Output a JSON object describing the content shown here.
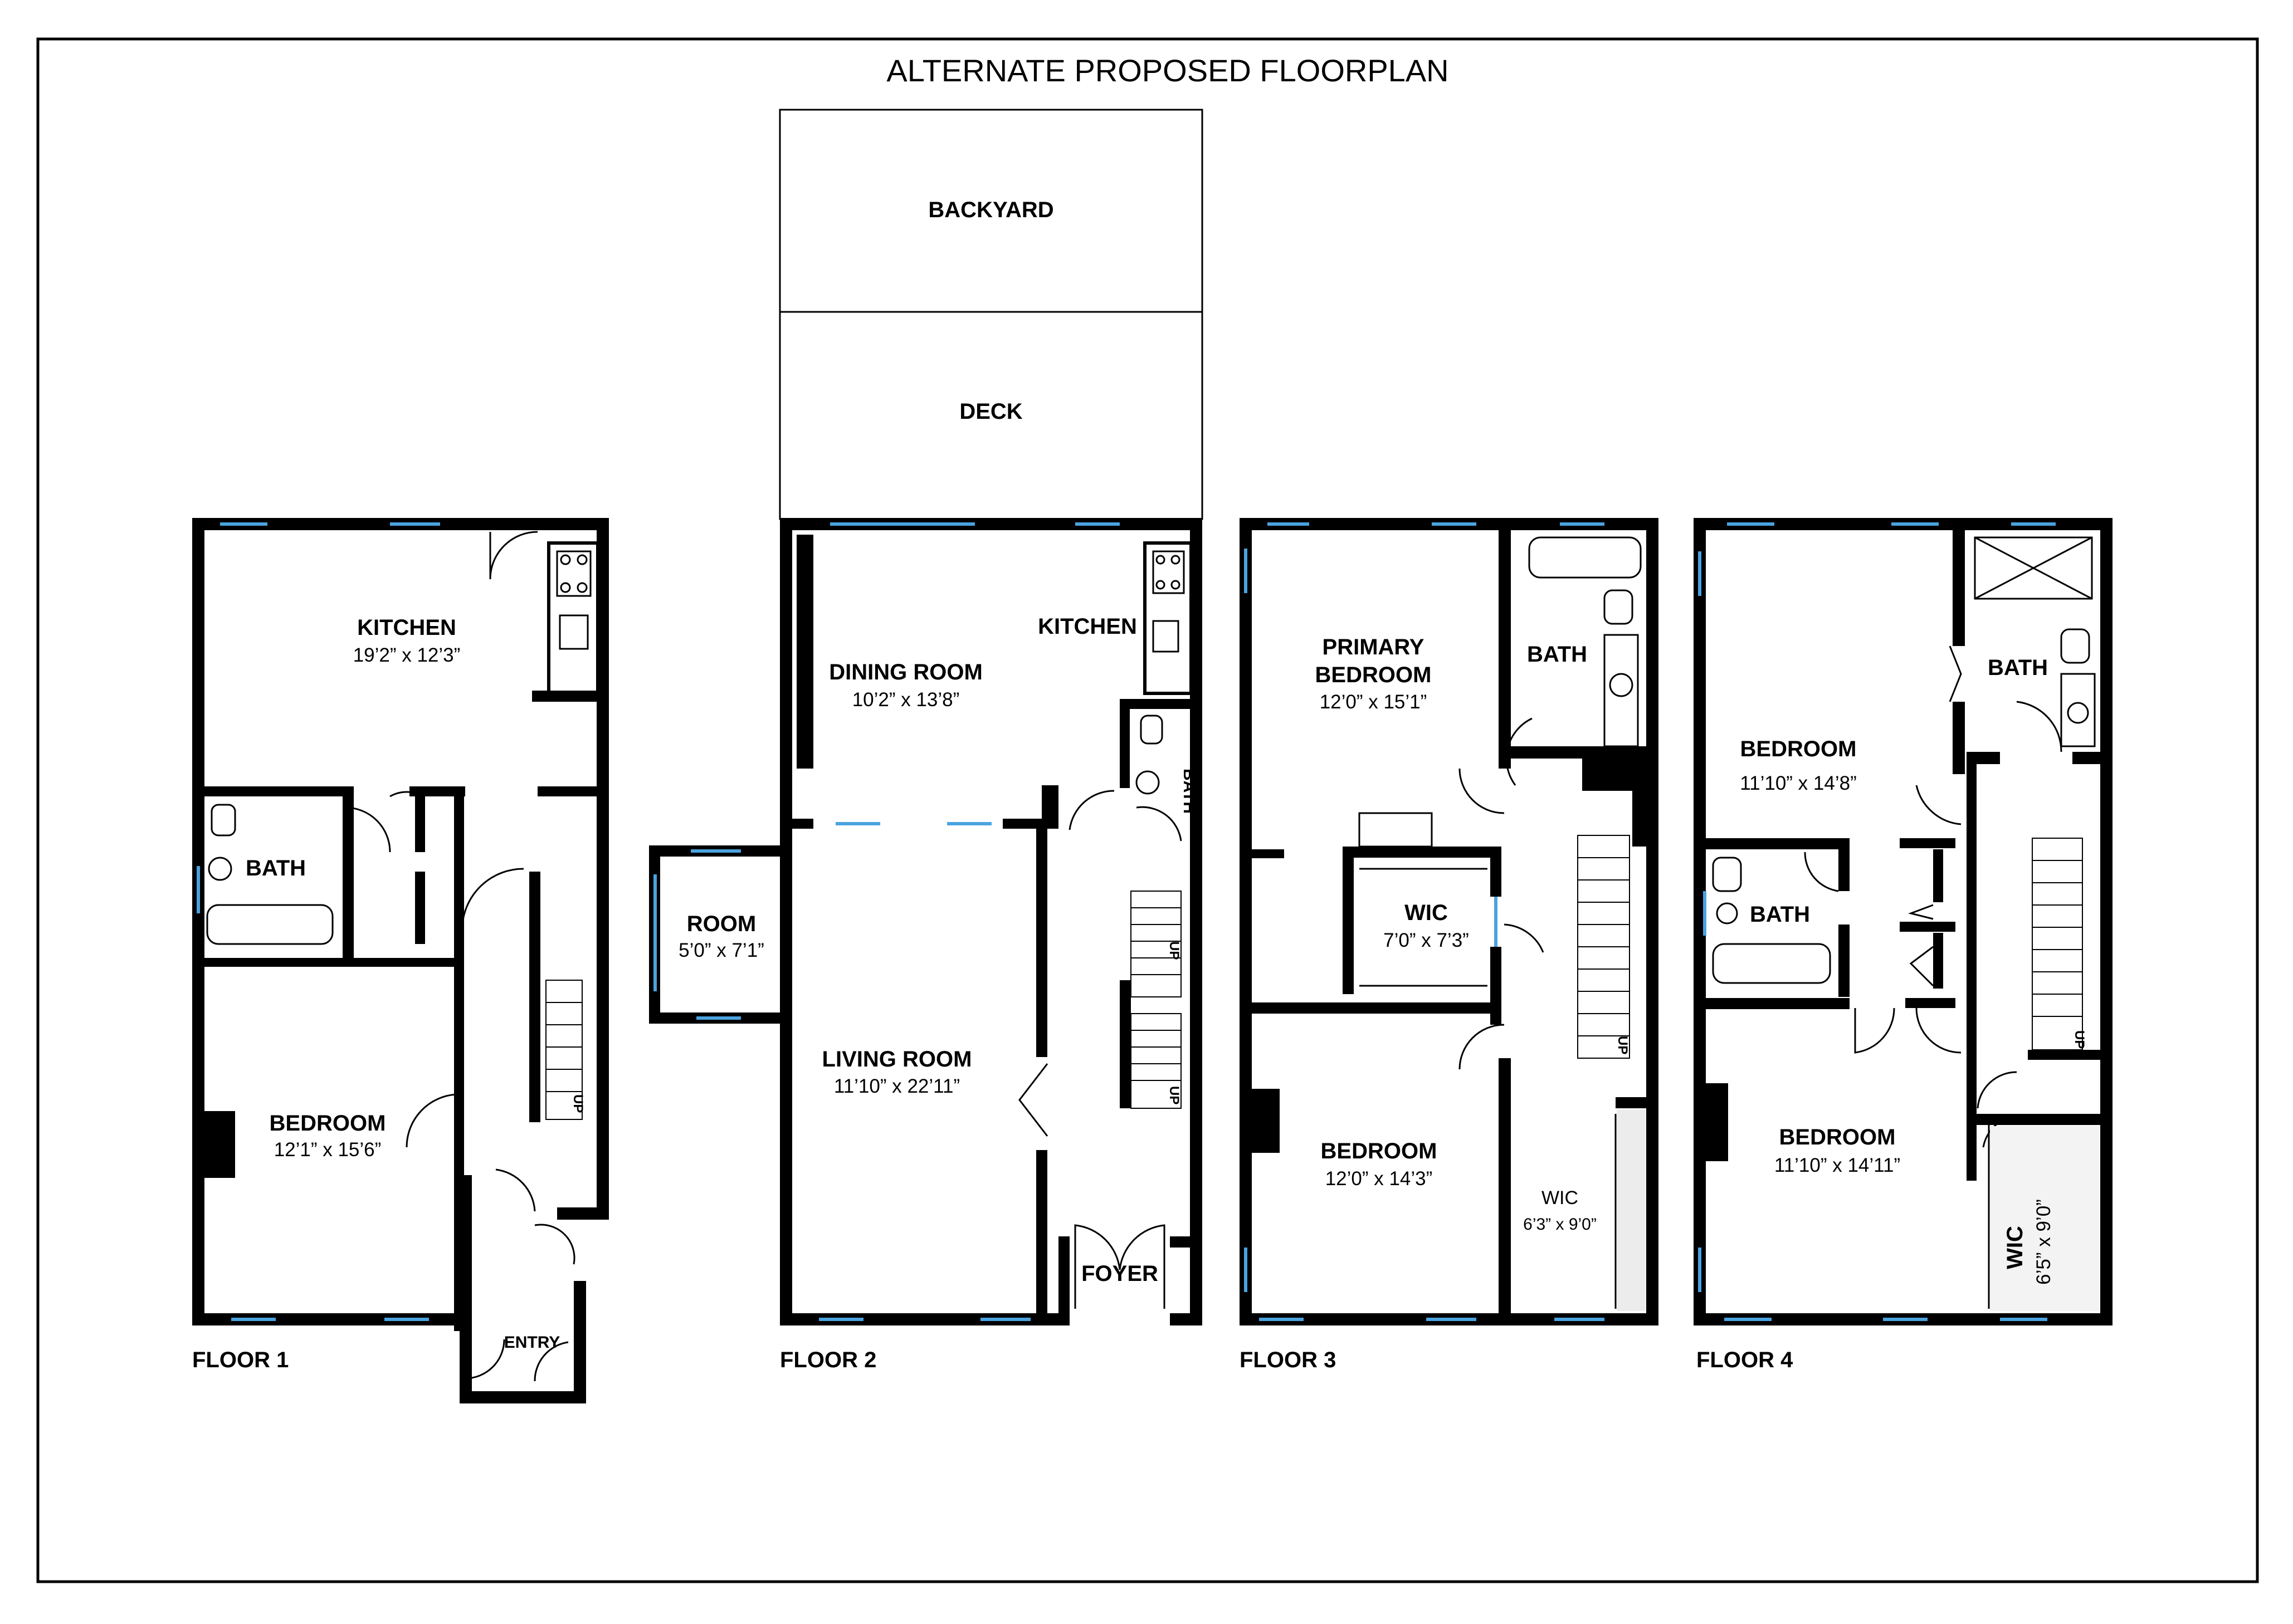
{
  "title": "ALTERNATE PROPOSED FLOORPLAN",
  "colors": {
    "wall": "#000000",
    "window": "#4aa3df",
    "background": "#ffffff",
    "wic_shade": "#d9d9d9"
  },
  "floors": [
    {
      "label": "FLOOR 1",
      "rooms": [
        {
          "name": "KITCHEN",
          "dim": "19’2” x 12’3”"
        },
        {
          "name": "BATH",
          "dim": ""
        },
        {
          "name": "BEDROOM",
          "dim": "12’1” x 15’6”"
        },
        {
          "name": "ENTRY",
          "dim": ""
        }
      ],
      "stair_label": "UP"
    },
    {
      "label": "FLOOR 2",
      "rooms": [
        {
          "name": "BACKYARD",
          "dim": ""
        },
        {
          "name": "DECK",
          "dim": ""
        },
        {
          "name": "DINING ROOM",
          "dim": "10’2” x 13’8”"
        },
        {
          "name": "KITCHEN",
          "dim": ""
        },
        {
          "name": "BATH",
          "dim": ""
        },
        {
          "name": "ROOM",
          "dim": "5’0” x 7’1”"
        },
        {
          "name": "LIVING ROOM",
          "dim": "11’10” x 22’11”"
        },
        {
          "name": "FOYER",
          "dim": ""
        }
      ],
      "stair_label": "UP"
    },
    {
      "label": "FLOOR 3",
      "rooms": [
        {
          "name": "PRIMARY BEDROOM",
          "line1": "PRIMARY",
          "line2": "BEDROOM",
          "dim": "12’0” x 15’1”"
        },
        {
          "name": "BATH",
          "dim": ""
        },
        {
          "name": "WIC",
          "dim": "7’0” x 7’3”"
        },
        {
          "name": "BEDROOM",
          "dim": "12’0” x 14’3”"
        },
        {
          "name": "WIC",
          "dim": "6’3” x 9’0”"
        }
      ],
      "stair_label": "UP"
    },
    {
      "label": "FLOOR 4",
      "rooms": [
        {
          "name": "BEDROOM",
          "dim": "11’10” x 14’8”"
        },
        {
          "name": "BATH",
          "dim": ""
        },
        {
          "name": "BATH",
          "dim": ""
        },
        {
          "name": "BEDROOM",
          "dim": "11’10” x 14’11”"
        },
        {
          "name": "WIC",
          "dim": "6’5” x 9’0”"
        }
      ],
      "stair_label": "UP"
    }
  ]
}
